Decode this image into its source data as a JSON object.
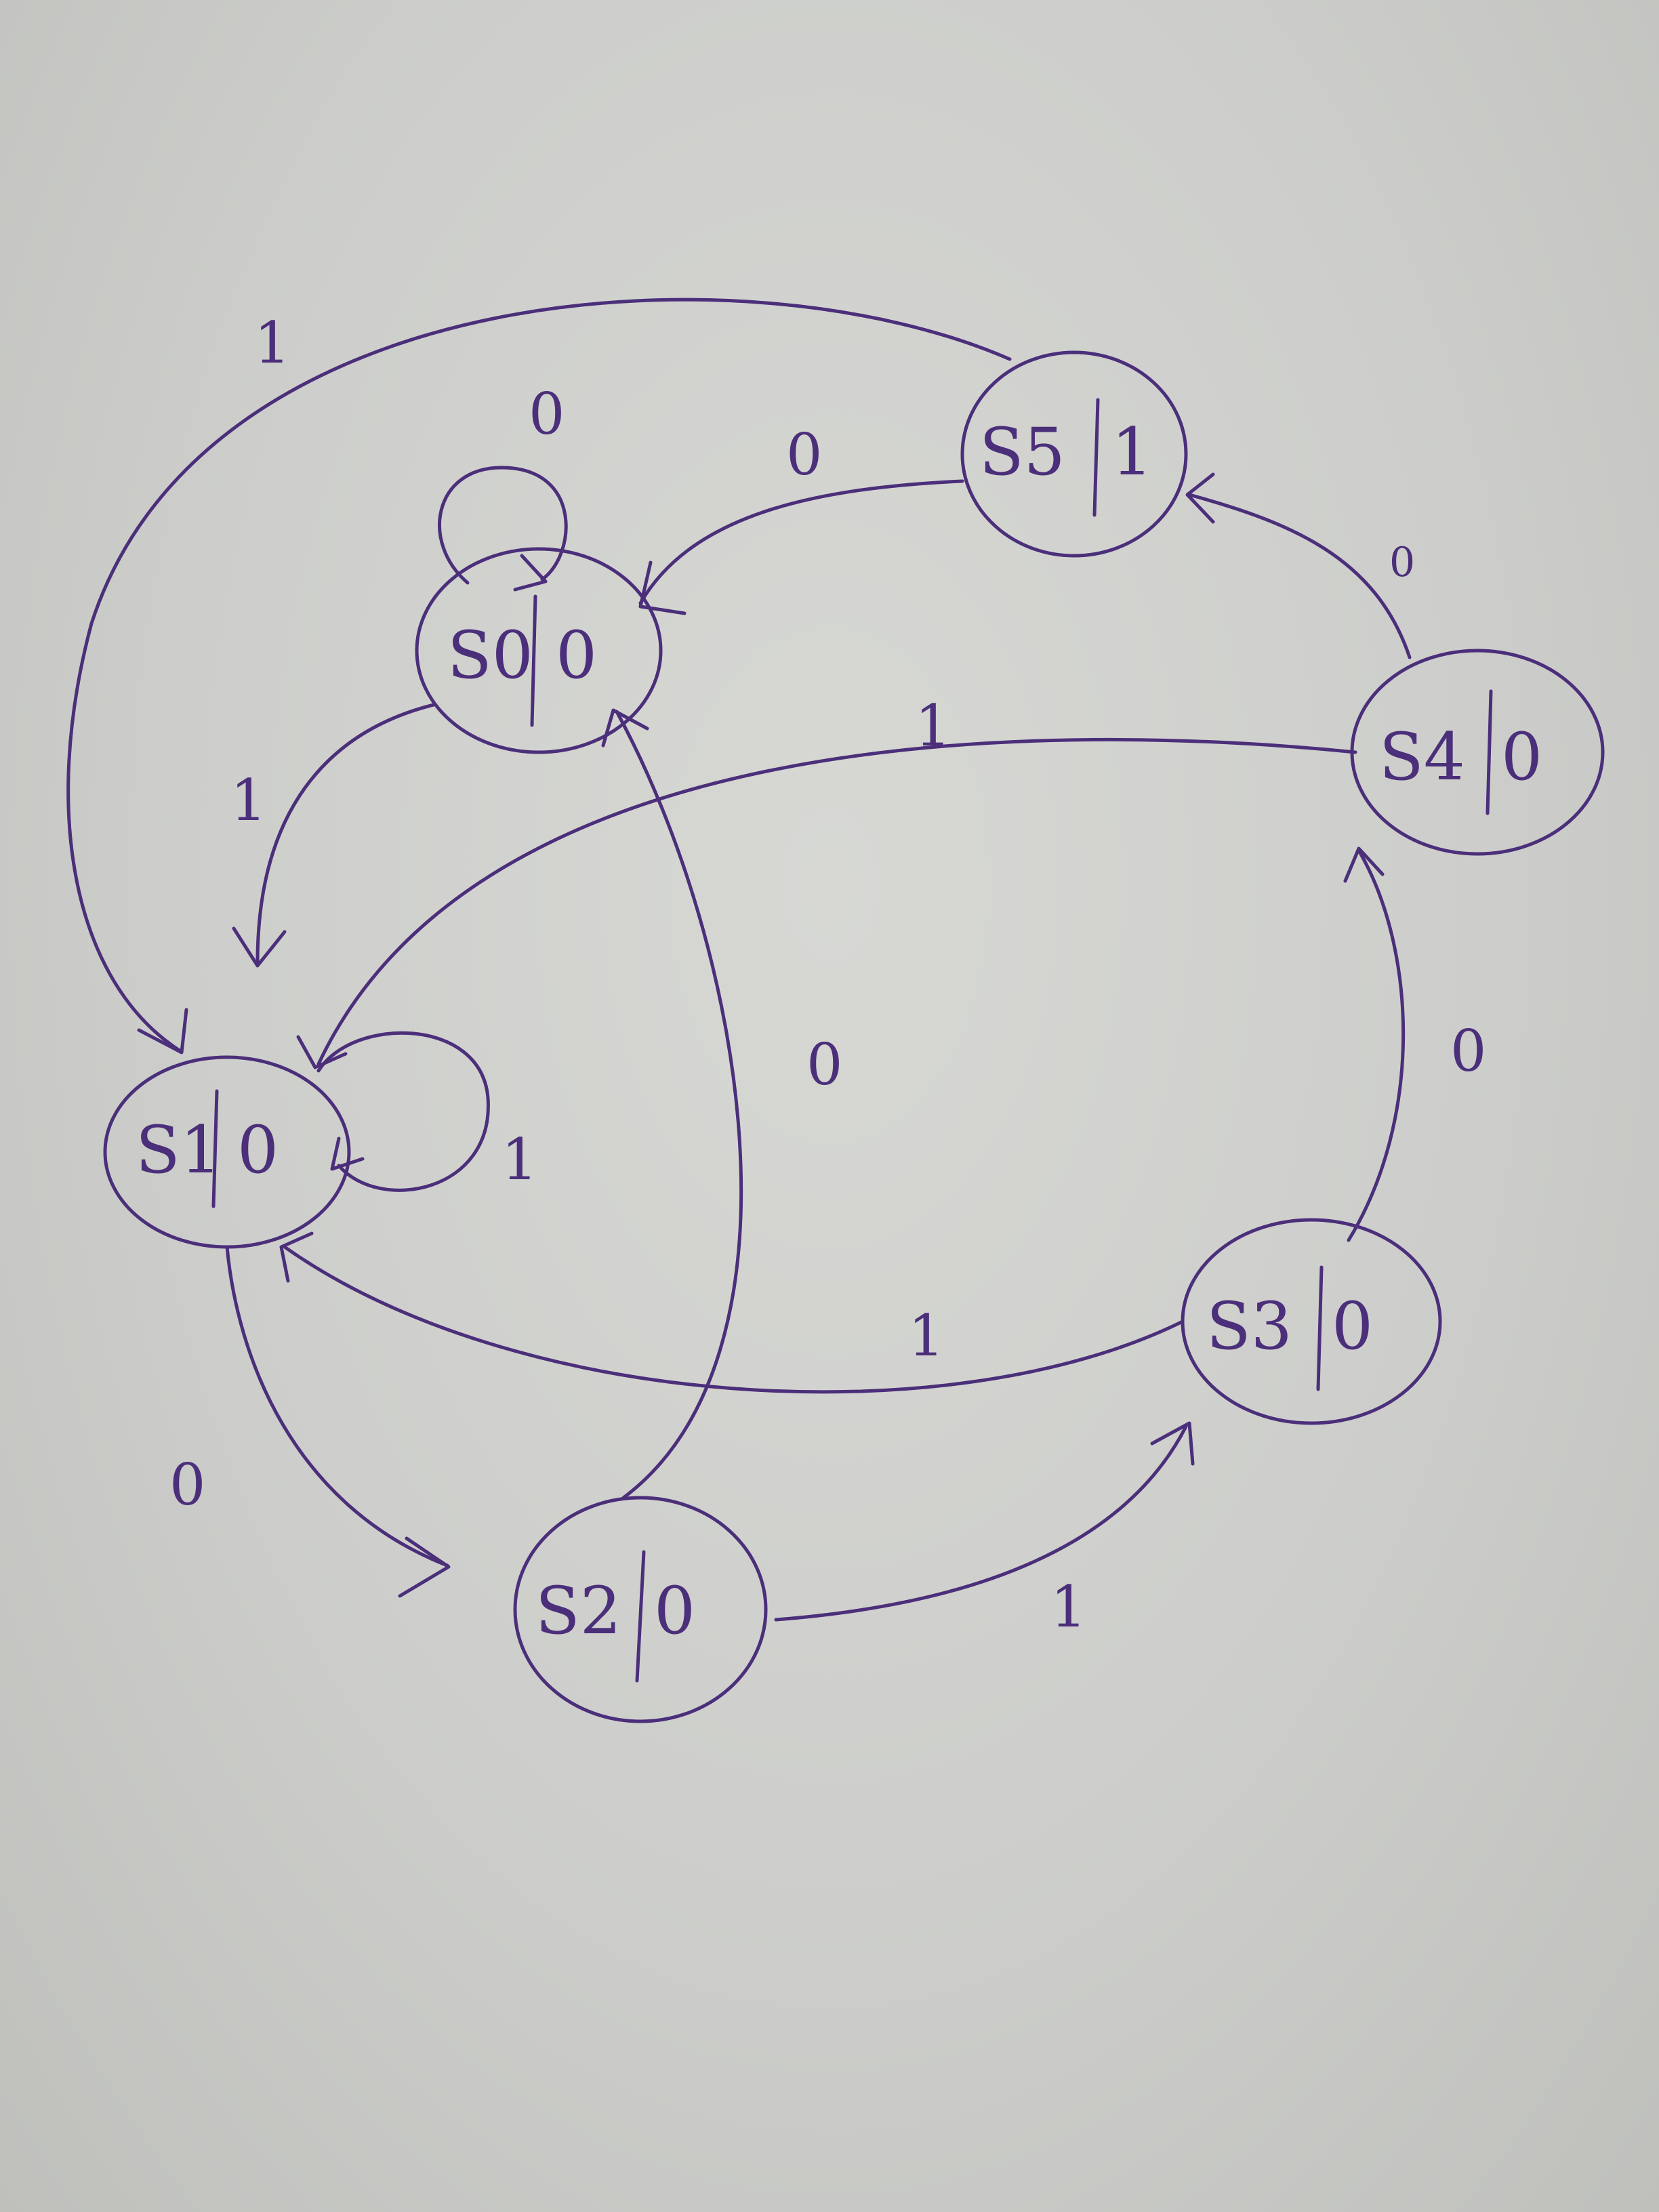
{
  "colors": {
    "ink": "#4b2f7a",
    "paper": "#cdcecb"
  },
  "states": [
    {
      "id": "S0",
      "name": "S0",
      "output": "0"
    },
    {
      "id": "S1",
      "name": "S1",
      "output": "0"
    },
    {
      "id": "S2",
      "name": "S2",
      "output": "0"
    },
    {
      "id": "S3",
      "name": "S3",
      "output": "0"
    },
    {
      "id": "S4",
      "name": "S4",
      "output": "0"
    },
    {
      "id": "S5",
      "name": "S5",
      "output": "1"
    }
  ],
  "transitions": [
    {
      "from": "S0",
      "to": "S0",
      "input": "0"
    },
    {
      "from": "S0",
      "to": "S1",
      "input": "1"
    },
    {
      "from": "S1",
      "to": "S1",
      "input": "1"
    },
    {
      "from": "S1",
      "to": "S2",
      "input": "0"
    },
    {
      "from": "S2",
      "to": "S3",
      "input": "1"
    },
    {
      "from": "S2",
      "to": "S0",
      "input": "0"
    },
    {
      "from": "S3",
      "to": "S4",
      "input": "0"
    },
    {
      "from": "S3",
      "to": "S1",
      "input": "1"
    },
    {
      "from": "S4",
      "to": "S5",
      "input": "0"
    },
    {
      "from": "S4",
      "to": "S1",
      "input": "1"
    },
    {
      "from": "S5",
      "to": "S0",
      "input": "0"
    },
    {
      "from": "S5",
      "to": "S1",
      "input": "1"
    }
  ]
}
